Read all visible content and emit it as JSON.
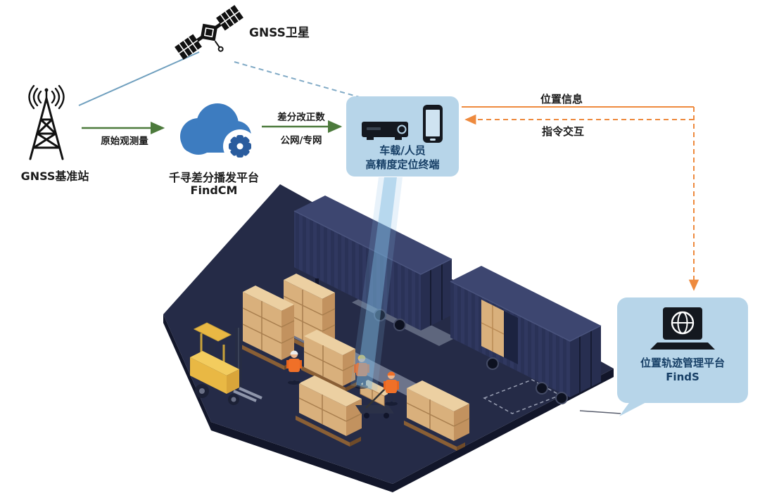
{
  "nodes": {
    "satellite": {
      "label": "GNSS卫星"
    },
    "base_station": {
      "label": "GNSS基准站"
    },
    "cloud_platform": {
      "name": "千寻差分播发平台",
      "product": "FindCM"
    },
    "terminal": {
      "line1": "车载/人员",
      "line2": "高精度定位终端"
    },
    "management_platform": {
      "name": "位置轨迹管理平台",
      "product": "FindS"
    }
  },
  "links": {
    "raw_observation": "原始观测量",
    "diff_correction": "差分改正数",
    "network": "公网/专网",
    "position_info": "位置信息",
    "command_interaction": "指令交互"
  },
  "icons": {
    "satellite": "satellite-icon",
    "base_station": "antenna-tower-icon",
    "cloud": "cloud-icon",
    "gear": "gear-icon",
    "receiver": "receiver-box-icon",
    "phone": "smartphone-icon",
    "laptop": "laptop-globe-icon",
    "warehouse": "isometric-warehouse-illustration"
  },
  "colors": {
    "panel_bg": "#b7d5e9",
    "panel_text": "#173f66",
    "cloud_blue": "#3d7cc0",
    "gear_blue": "#2a5c9e",
    "green_arrow": "#4c7a3c",
    "orange_arrow": "#ee8a3e",
    "link_blue": "#6f9fbe",
    "navy_container": "#303860",
    "platform_navy": "#252b47",
    "carton_tan": "#d9b07c",
    "forklift_yellow": "#e9b844",
    "vest_orange": "#f07028",
    "beam_blue": "#7db9e1"
  }
}
